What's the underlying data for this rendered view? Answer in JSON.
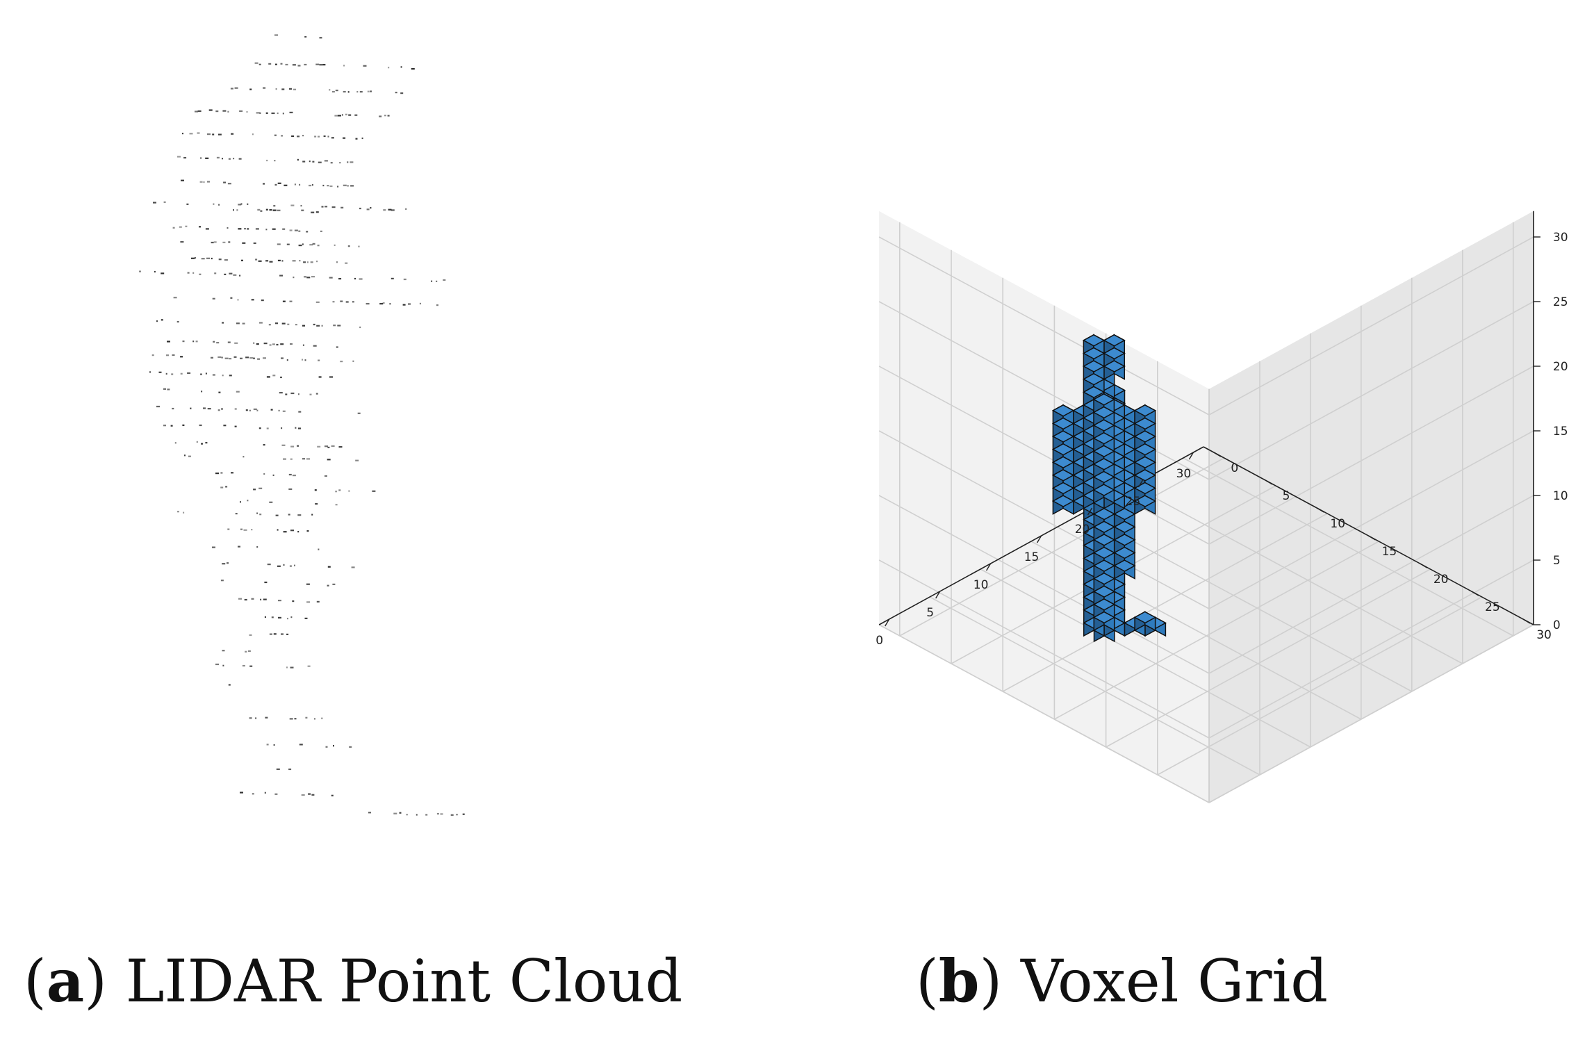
{
  "panels": [
    {
      "id": "a",
      "label": "a",
      "title": "LIDAR Point Cloud"
    },
    {
      "id": "b",
      "label": "b",
      "title": "Voxel Grid"
    }
  ],
  "chart_data": {
    "type": "3d-voxel",
    "x_ticks": [
      "0",
      "5",
      "10",
      "15",
      "20",
      "25",
      "30"
    ],
    "y_ticks": [
      "0",
      "5",
      "10",
      "15",
      "20",
      "25",
      "30"
    ],
    "z_ticks": [
      "0",
      "5",
      "10",
      "15",
      "20",
      "25",
      "30"
    ],
    "xlim": [
      0,
      32
    ],
    "ylim": [
      0,
      32
    ],
    "zlim": [
      0,
      32
    ],
    "grid": true,
    "voxel_color": "#2f7bbd",
    "voxel_edge_color": "#111111"
  },
  "colors": {
    "point": "#222222",
    "pane_back": "#f2f2f2",
    "pane_side": "#e6e6e6",
    "pane_floor": "#f4f4f4",
    "gridline": "#cfcfcf"
  }
}
